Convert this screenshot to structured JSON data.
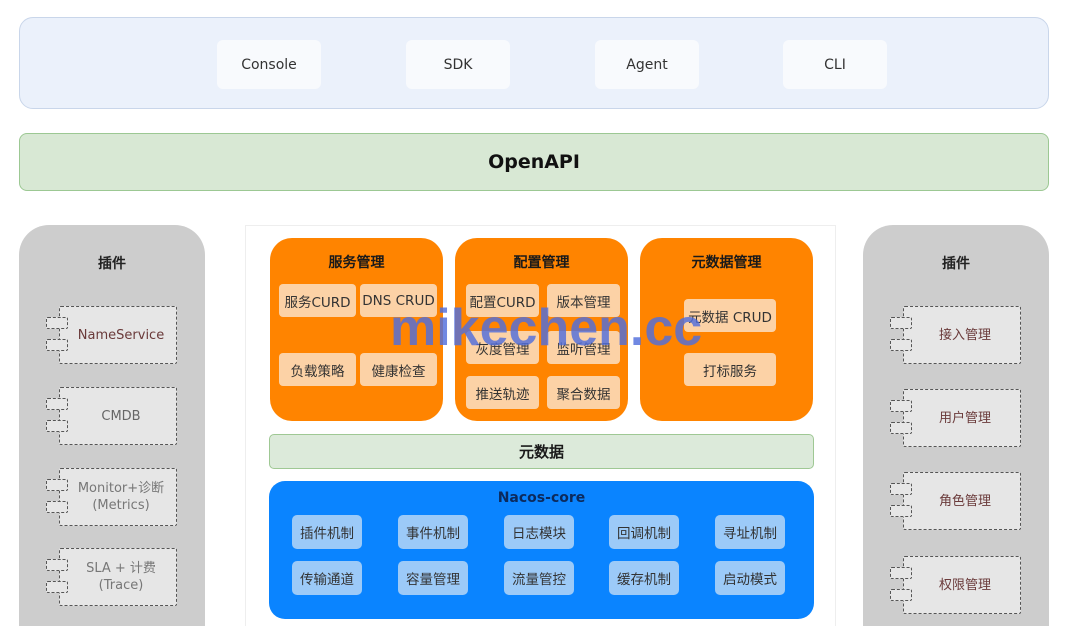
{
  "clients": {
    "items": [
      {
        "label": "Console"
      },
      {
        "label": "SDK"
      },
      {
        "label": "Agent"
      },
      {
        "label": "CLI"
      }
    ]
  },
  "openapi": {
    "label": "OpenAPI"
  },
  "left_plugins": {
    "title": "插件",
    "items": [
      {
        "label": "NameService",
        "color": "#6a3a3a"
      },
      {
        "label": "CMDB",
        "color": "#666666"
      },
      {
        "label": "Monitor+诊断\n(Metrics)",
        "color": "#777777"
      },
      {
        "label": "SLA + 计费\n(Trace)",
        "color": "#777777"
      }
    ]
  },
  "right_plugins": {
    "title": "插件",
    "items": [
      {
        "label": "接入管理",
        "color": "#6a3a3a"
      },
      {
        "label": "用户管理",
        "color": "#6a3a3a"
      },
      {
        "label": "角色管理",
        "color": "#6a3a3a"
      },
      {
        "label": "权限管理",
        "color": "#6a3a3a"
      }
    ]
  },
  "service_mgmt": {
    "title": "服务管理",
    "items": [
      "服务CURD",
      "DNS CRUD",
      "负载策略",
      "健康检查"
    ]
  },
  "config_mgmt": {
    "title": "配置管理",
    "items": [
      "配置CURD",
      "版本管理",
      "灰度管理",
      "监听管理",
      "推送轨迹",
      "聚合数据"
    ]
  },
  "metadata_mgmt": {
    "title": "元数据管理",
    "items": [
      "元数据 CRUD",
      "打标服务"
    ]
  },
  "metadata": {
    "label": "元数据"
  },
  "core": {
    "title": "Nacos-core",
    "row1": [
      "插件机制",
      "事件机制",
      "日志模块",
      "回调机制",
      "寻址机制"
    ],
    "row2": [
      "传输通道",
      "容量管理",
      "流量管控",
      "缓存机制",
      "启动模式"
    ]
  },
  "watermark": {
    "text": "mikechen.cc"
  },
  "colors": {
    "orange": "#ff8400",
    "blue": "#0a84ff",
    "green_bg": "#d8e8d4",
    "plugin_gray": "#cdcdcd"
  }
}
